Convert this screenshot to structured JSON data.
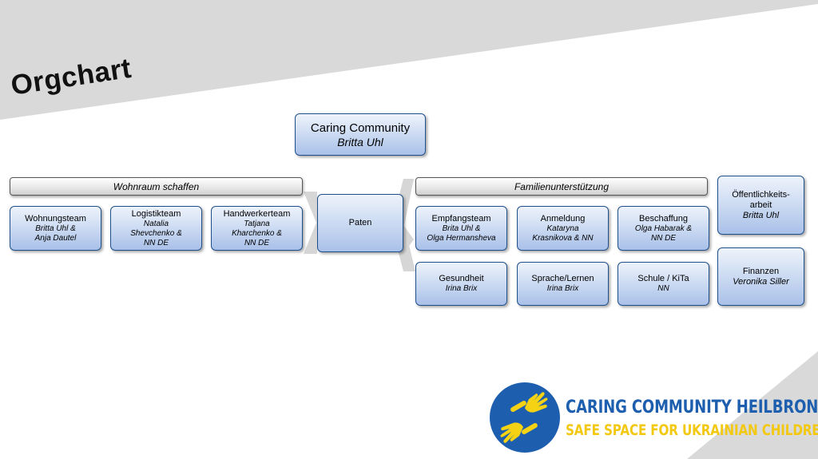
{
  "title": "Orgchart",
  "colors": {
    "accent_blue": "#1d5fae",
    "accent_yellow": "#f6d214",
    "box_border": "#1f4f8a"
  },
  "top": {
    "name": "Caring Community",
    "person": "Britta Uhl"
  },
  "wohnraum": {
    "title": "Wohnraum schaffen",
    "items": [
      {
        "name": "Wohnungsteam",
        "people": [
          "Britta Uhl &",
          "Anja Dautel"
        ]
      },
      {
        "name": "Logistikteam",
        "people": [
          "Natalia",
          "Shevchenko &",
          "NN DE"
        ]
      },
      {
        "name": "Handwerkerteam",
        "people": [
          "Tatjana",
          "Kharchenko &",
          "NN DE"
        ]
      }
    ]
  },
  "paten": {
    "name": "Paten"
  },
  "familie": {
    "title": "Familienunterstützung",
    "items": [
      {
        "name": "Empfangsteam",
        "people": [
          "Brita Uhl &",
          "Olga Hermansheva"
        ]
      },
      {
        "name": "Anmeldung",
        "people": [
          "Kataryna",
          "Krasnikova & NN"
        ]
      },
      {
        "name": "Beschaffung",
        "people": [
          "Olga Habarak &",
          "NN DE"
        ]
      },
      {
        "name": "Gesundheit",
        "people": [
          "Irina Brix"
        ]
      },
      {
        "name": "Sprache/Lernen",
        "people": [
          "Irina Brix"
        ]
      },
      {
        "name": "Schule / KiTa",
        "people": [
          "NN"
        ]
      }
    ]
  },
  "oeffentlichkeit": {
    "lines": [
      "Öffentlichkeits-",
      "arbeit"
    ],
    "person": "Britta Uhl"
  },
  "finanzen": {
    "name": "Finanzen",
    "person": "Veronika Siller"
  },
  "logo": {
    "line1": "CARING COMMUNITY HEILBRONN",
    "line2": "SAFE SPACE FOR UKRAINIAN CHILDREN"
  }
}
